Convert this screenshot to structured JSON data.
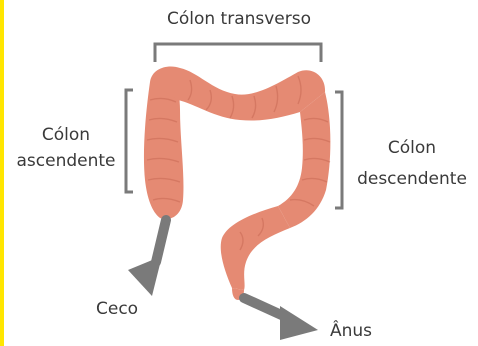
{
  "labels": {
    "transverse": "Cólon transverso",
    "ascending_line1": "Cólon",
    "ascending_line2": "ascendente",
    "descending_line1": "Cólon",
    "descending_line2": "descendente",
    "cecum": "Ceco",
    "anus": "Ânus"
  },
  "colors": {
    "accent_bar": "#ffe600",
    "colon_fill": "#e58a73",
    "colon_shade": "#c96a55",
    "bracket": "#7a7a7a",
    "arrow": "#7a7a7a",
    "text": "#3a3a3a"
  }
}
